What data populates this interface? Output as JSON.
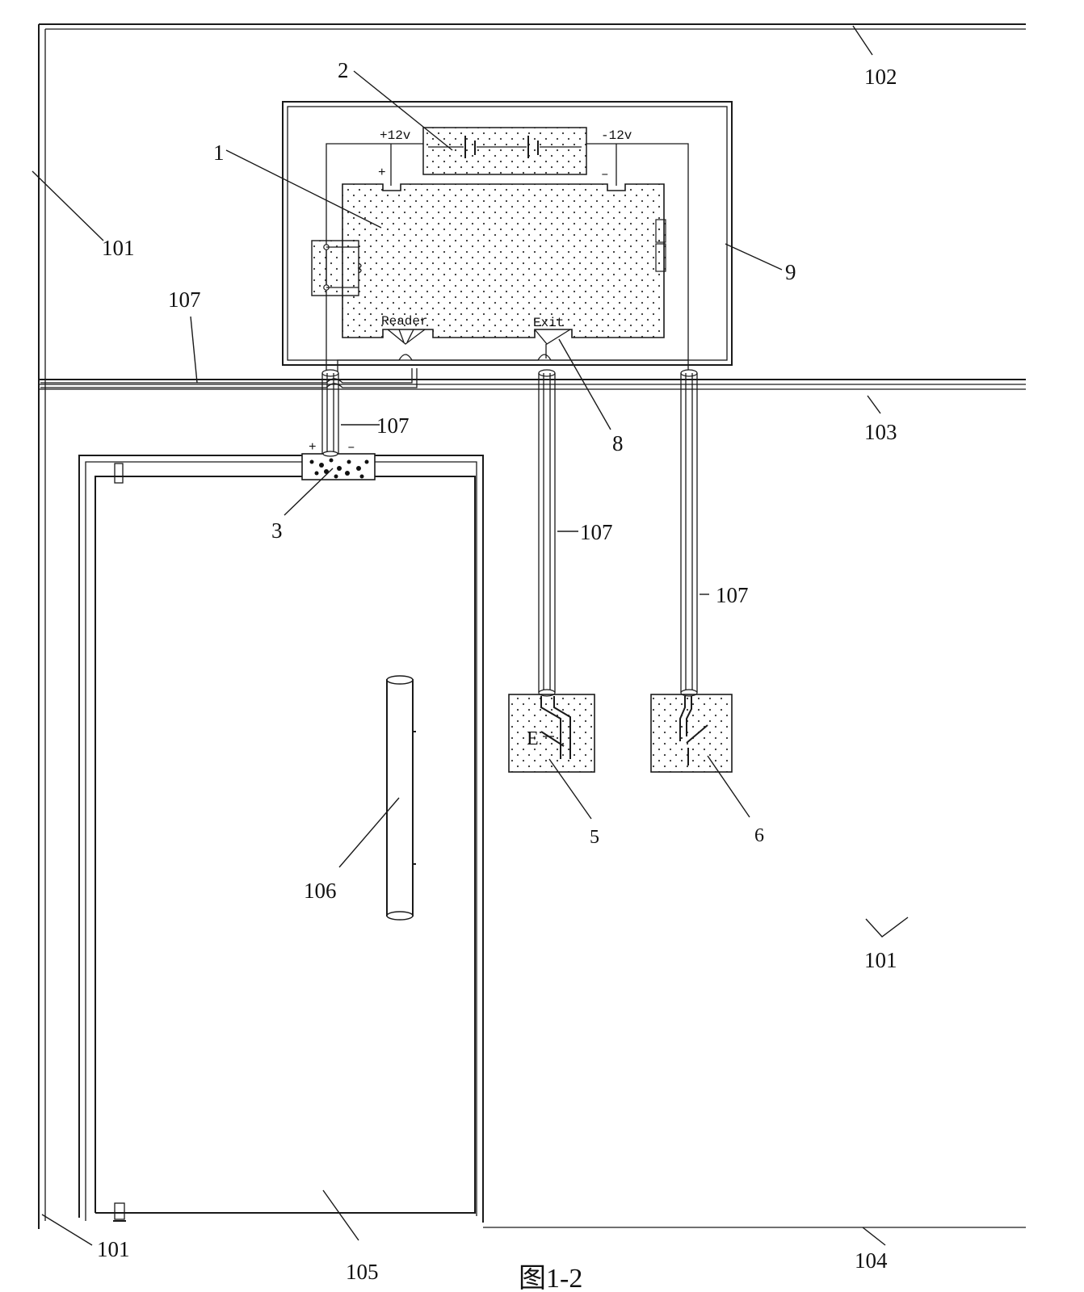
{
  "labels": {
    "controller": "1",
    "battery": "2",
    "lock": "3",
    "exit_button": "5",
    "switch": "6",
    "connector": "8",
    "box": "9",
    "wall_left": "101",
    "wall_bottom_left": "101",
    "wall_right": "101",
    "ceiling": "102",
    "lintel": "103",
    "floor": "104",
    "door": "105",
    "handle": "106",
    "cable_left": "107",
    "cable_lock": "107",
    "cable_exit": "107",
    "cable_switch": "107"
  },
  "terminals": {
    "plus_12v": "+12v",
    "minus_12v": "-12v",
    "plus": "+",
    "minus": "–",
    "lock_plus": "+",
    "lock_minus": "–",
    "reader": "Reader",
    "exit": "Exit",
    "exit_button_letter": "E"
  },
  "caption": "图1-2"
}
